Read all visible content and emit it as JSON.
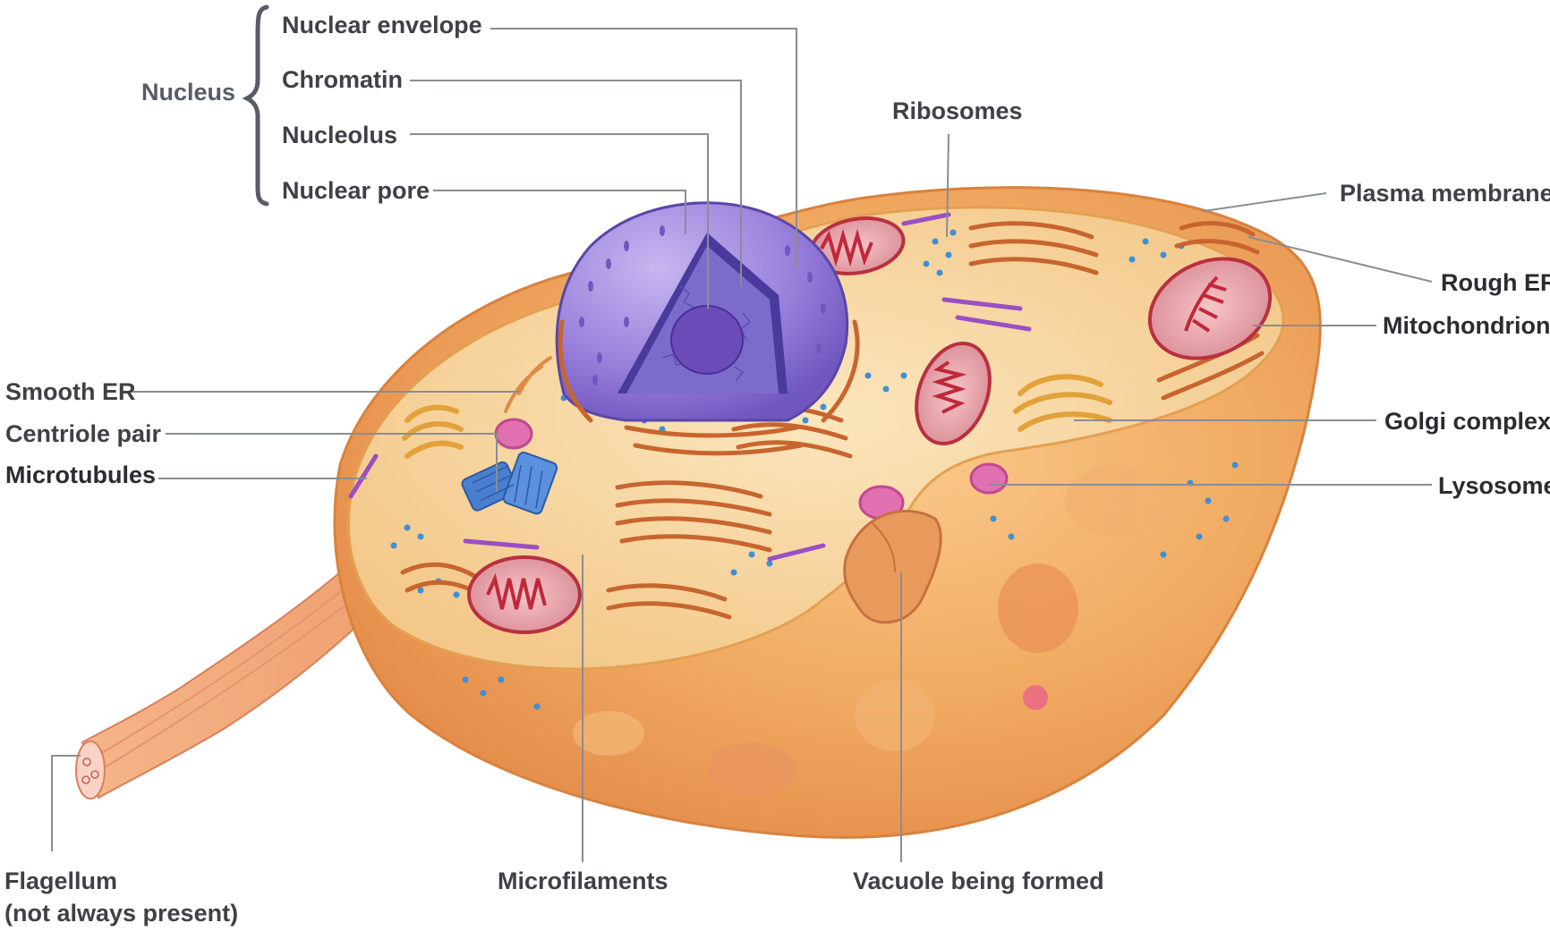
{
  "diagram": {
    "group_label": "Nucleus",
    "labels": {
      "nuclear_envelope": "Nuclear envelope",
      "chromatin": "Chromatin",
      "nucleolus": "Nucleolus",
      "nuclear_pore": "Nuclear pore",
      "ribosomes": "Ribosomes",
      "plasma_membrane": "Plasma membrane",
      "rough_er": "Rough ER",
      "mitochondrion": "Mitochondrion",
      "golgi_complex": "Golgi complex",
      "lysosome": "Lysosome",
      "smooth_er": "Smooth ER",
      "centriole_pair": "Centriole pair",
      "microtubules": "Microtubules",
      "flagellum": "Flagellum",
      "flagellum_note": "(not always present)",
      "microfilaments": "Microfilaments",
      "vacuole": "Vacuole being formed"
    },
    "colors": {
      "label_text": "#3f4146",
      "leader_line": "#8a8d93",
      "cell_body": "#f0a75a",
      "cytoplasm": "#f7d8a4",
      "nucleus": "#8b6fd0",
      "mitochondrion": "#c0283a",
      "golgi": "#e2a23a",
      "centriole": "#4a7fd0",
      "lysosome": "#d84da0",
      "ribosome": "#3d8fd6"
    }
  }
}
